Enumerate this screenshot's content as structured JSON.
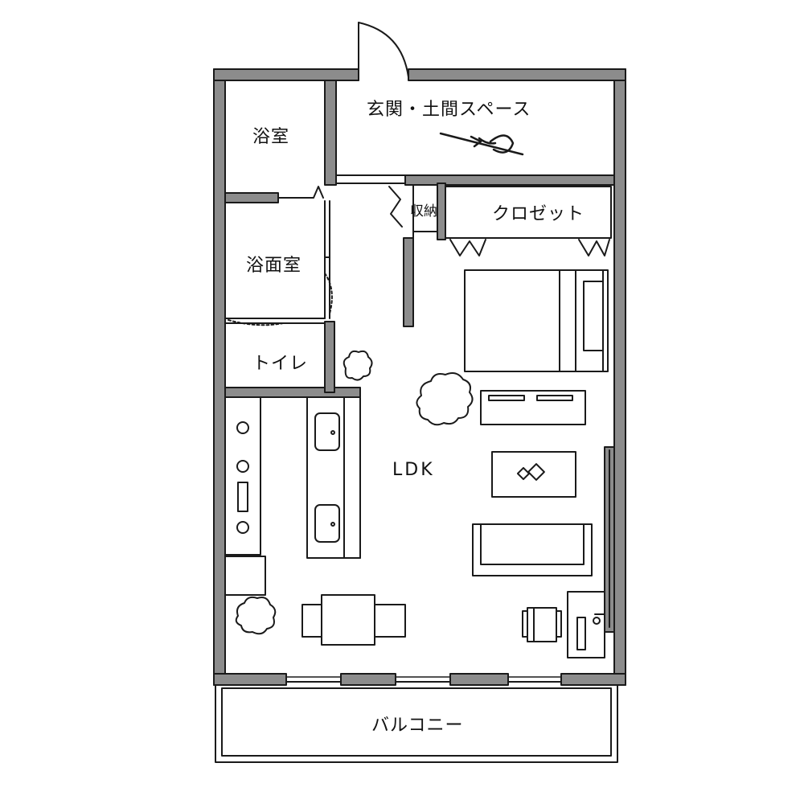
{
  "rooms": {
    "entrance": "玄関・土間スペース",
    "bath": "浴室",
    "washroom": "浴面室",
    "toilet": "トイレ",
    "storage": "収納",
    "closet": "クロゼット",
    "ldk": "LDK",
    "balcony": "バルコニー"
  },
  "colors": {
    "wall": "#8c8c8c",
    "line": "#1a1a1a",
    "background": "#ffffff"
  },
  "icons": [
    "door-swing-icon",
    "bicycle-icon",
    "plant-icon",
    "sink-icon",
    "stove-burner-icon",
    "bed-icon",
    "sofa-icon",
    "table-icon",
    "chair-icon",
    "desk-icon"
  ]
}
